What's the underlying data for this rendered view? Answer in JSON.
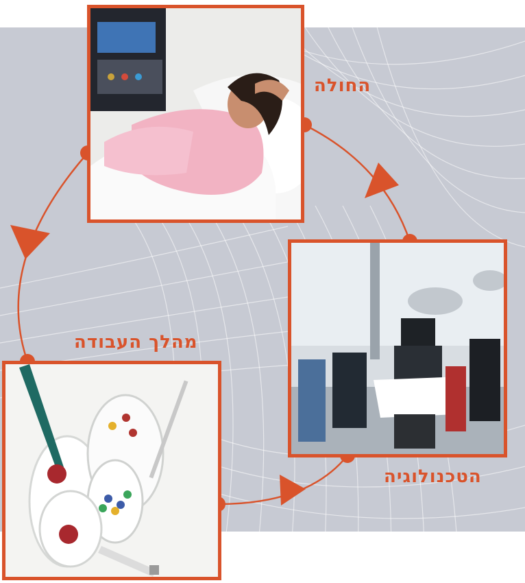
{
  "labels": {
    "patient": "החולה",
    "technology": "הטכנולוגיה",
    "workflow": "מהלך העבודה"
  },
  "colors": {
    "accent": "#d9532b",
    "background_band": "#c7cad3",
    "pattern_lines": "#ffffff"
  }
}
